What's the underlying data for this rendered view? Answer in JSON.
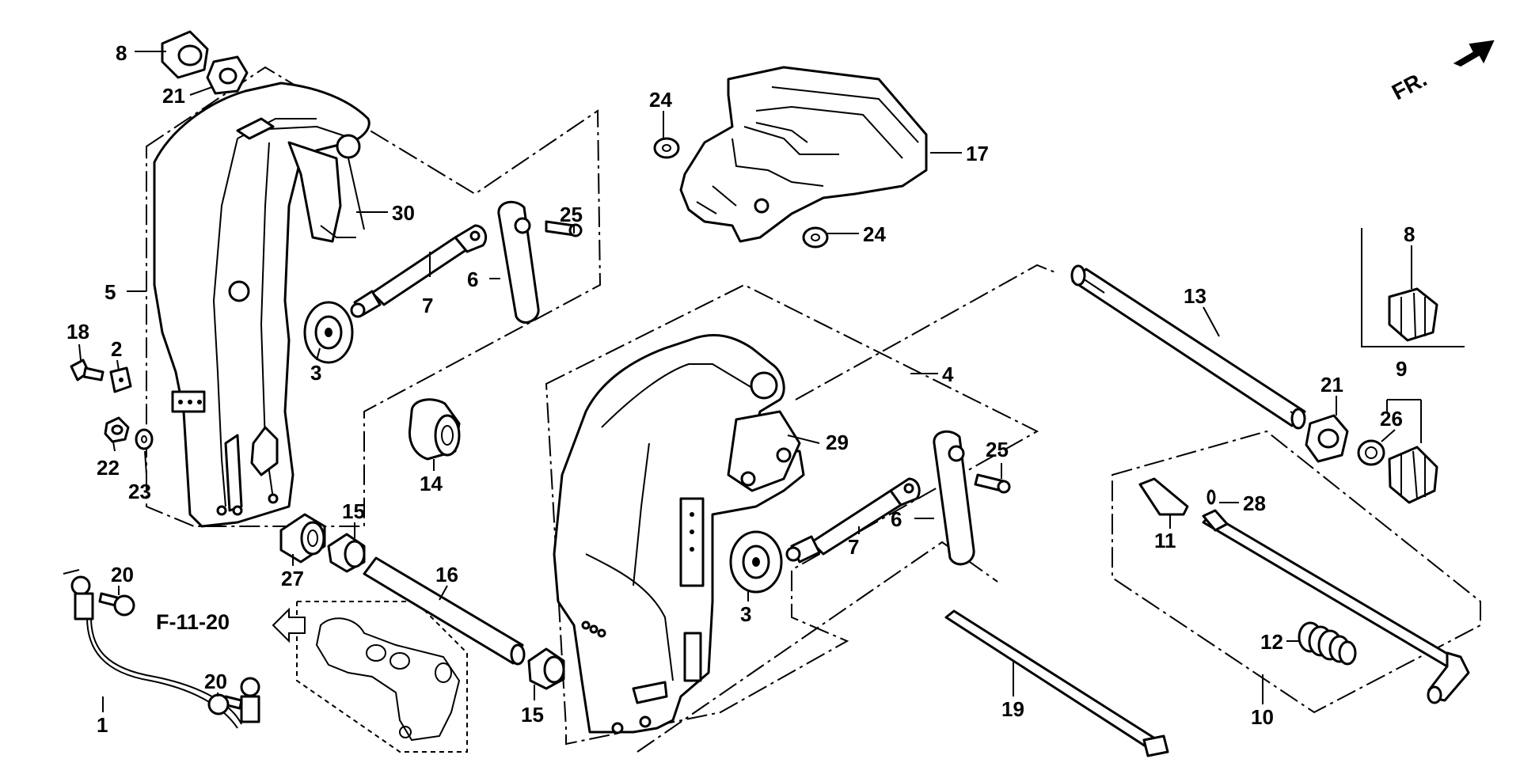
{
  "direction_label": "FR.",
  "reference_label": "F-11-20",
  "callouts": [
    {
      "id": "c8a",
      "text": "8"
    },
    {
      "id": "c21a",
      "text": "21"
    },
    {
      "id": "c24a",
      "text": "24"
    },
    {
      "id": "c17",
      "text": "17"
    },
    {
      "id": "c30",
      "text": "30"
    },
    {
      "id": "c25a",
      "text": "25"
    },
    {
      "id": "c24b",
      "text": "24"
    },
    {
      "id": "c6a",
      "text": "6"
    },
    {
      "id": "c7a",
      "text": "7"
    },
    {
      "id": "c5",
      "text": "5"
    },
    {
      "id": "c18",
      "text": "18"
    },
    {
      "id": "c2",
      "text": "2"
    },
    {
      "id": "c3a",
      "text": "3"
    },
    {
      "id": "c8b",
      "text": "8"
    },
    {
      "id": "c13",
      "text": "13"
    },
    {
      "id": "c4",
      "text": "4"
    },
    {
      "id": "c21b",
      "text": "21"
    },
    {
      "id": "c9",
      "text": "9"
    },
    {
      "id": "c26",
      "text": "26"
    },
    {
      "id": "c22",
      "text": "22"
    },
    {
      "id": "c23",
      "text": "23"
    },
    {
      "id": "c14",
      "text": "14"
    },
    {
      "id": "c29",
      "text": "29"
    },
    {
      "id": "c25b",
      "text": "25"
    },
    {
      "id": "c28",
      "text": "28"
    },
    {
      "id": "c15a",
      "text": "15"
    },
    {
      "id": "c6b",
      "text": "6"
    },
    {
      "id": "c11",
      "text": "11"
    },
    {
      "id": "c7b",
      "text": "7"
    },
    {
      "id": "c20a",
      "text": "20"
    },
    {
      "id": "c27",
      "text": "27"
    },
    {
      "id": "c16",
      "text": "16"
    },
    {
      "id": "c3b",
      "text": "3"
    },
    {
      "id": "c12",
      "text": "12"
    },
    {
      "id": "c20b",
      "text": "20"
    },
    {
      "id": "c19",
      "text": "19"
    },
    {
      "id": "c1",
      "text": "1"
    },
    {
      "id": "c15b",
      "text": "15"
    },
    {
      "id": "c10",
      "text": "10"
    }
  ]
}
